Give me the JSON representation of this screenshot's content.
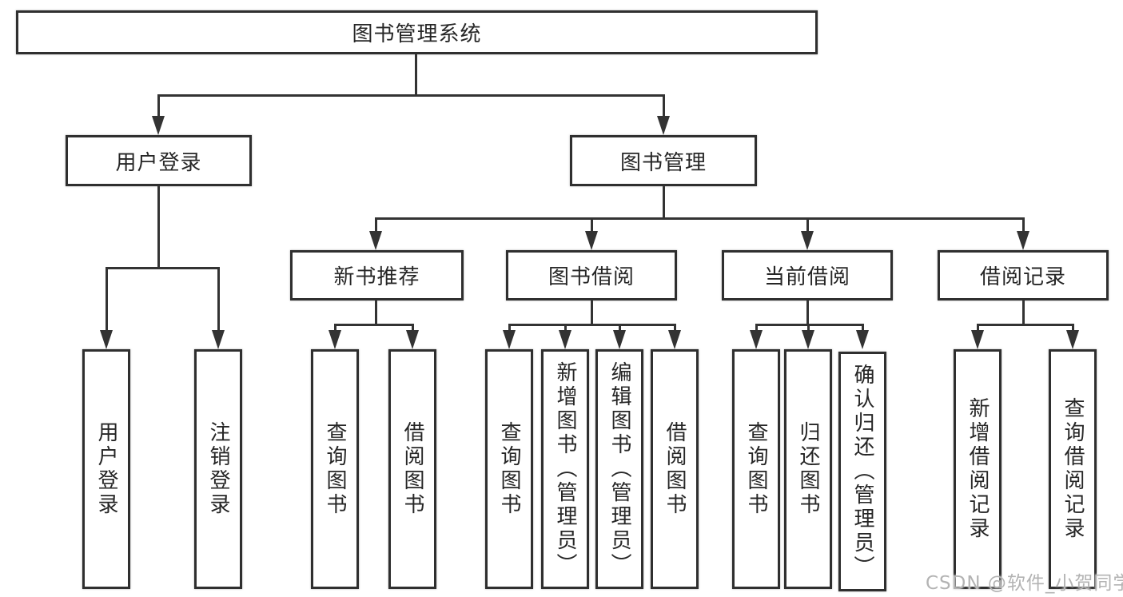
{
  "tree": {
    "root": {
      "label": "图书管理系统"
    },
    "branches": [
      {
        "label": "用户登录",
        "children": [
          {
            "label": "用户登录"
          },
          {
            "label": "注销登录"
          }
        ]
      },
      {
        "label": "图书管理",
        "groups": [
          {
            "label": "新书推荐",
            "children": [
              {
                "label": "查询图书"
              },
              {
                "label": "借阅图书"
              }
            ]
          },
          {
            "label": "图书借阅",
            "children": [
              {
                "label": "查询图书"
              },
              {
                "label": "新增图书（管理员）"
              },
              {
                "label": "编辑图书（管理员）"
              },
              {
                "label": "借阅图书"
              }
            ]
          },
          {
            "label": "当前借阅",
            "children": [
              {
                "label": "查询图书"
              },
              {
                "label": "归还图书"
              },
              {
                "label": "确认归还（管理员）"
              }
            ]
          },
          {
            "label": "借阅记录",
            "children": [
              {
                "label": "新增借阅记录"
              },
              {
                "label": "查询借阅记录"
              }
            ]
          }
        ]
      }
    ]
  },
  "watermark": {
    "text": "CSDN @软件_小贺同学"
  },
  "colors": {
    "line": "#333333",
    "box_border": "#2f2f2f",
    "text": "#262626",
    "background": "#ffffff",
    "watermark": "#b3b3b3"
  }
}
